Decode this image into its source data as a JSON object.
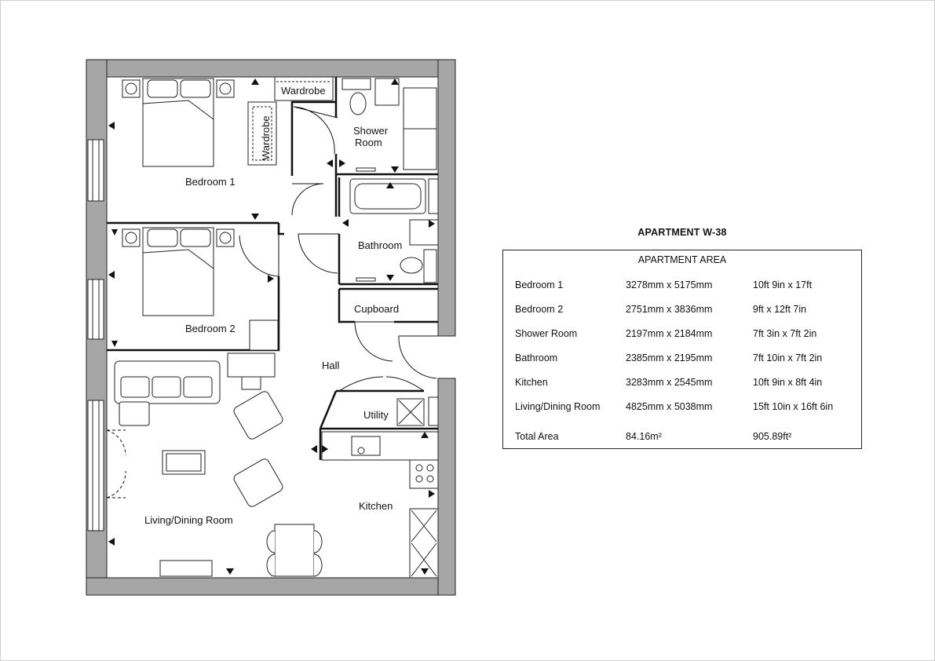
{
  "floor_plan": {
    "rooms": {
      "bedroom1": "Bedroom 1",
      "bedroom2": "Bedroom 2",
      "shower_room_line1": "Shower",
      "shower_room_line2": "Room",
      "bathroom": "Bathroom",
      "cupboard": "Cupboard",
      "hall": "Hall",
      "utility": "Utility",
      "kitchen": "Kitchen",
      "living_dining": "Living/Dining Room"
    },
    "wardrobe_top": "Wardrobe",
    "wardrobe_side": "Wardrobe"
  },
  "schedule": {
    "title": "APARTMENT W-38",
    "heading": "APARTMENT AREA",
    "rows": [
      {
        "room": "Bedroom 1",
        "metric": "3278mm x 5175mm",
        "imperial": "10ft 9in x 17ft"
      },
      {
        "room": "Bedroom 2",
        "metric": "2751mm x 3836mm",
        "imperial": "9ft x 12ft 7in"
      },
      {
        "room": "Shower Room",
        "metric": "2197mm x 2184mm",
        "imperial": "7ft 3in x 7ft 2in"
      },
      {
        "room": "Bathroom",
        "metric": "2385mm x 2195mm",
        "imperial": "7ft 10in x 7ft 2in"
      },
      {
        "room": "Kitchen",
        "metric": "3283mm x 2545mm",
        "imperial": "10ft 9in x 8ft 4in"
      },
      {
        "room": "Living/Dining Room",
        "metric": "4825mm x 5038mm",
        "imperial": "15ft 10in x 16ft 6in"
      }
    ],
    "total": {
      "label": "Total Area",
      "metric": "84.16m²",
      "imperial": "905.89ft²"
    }
  }
}
